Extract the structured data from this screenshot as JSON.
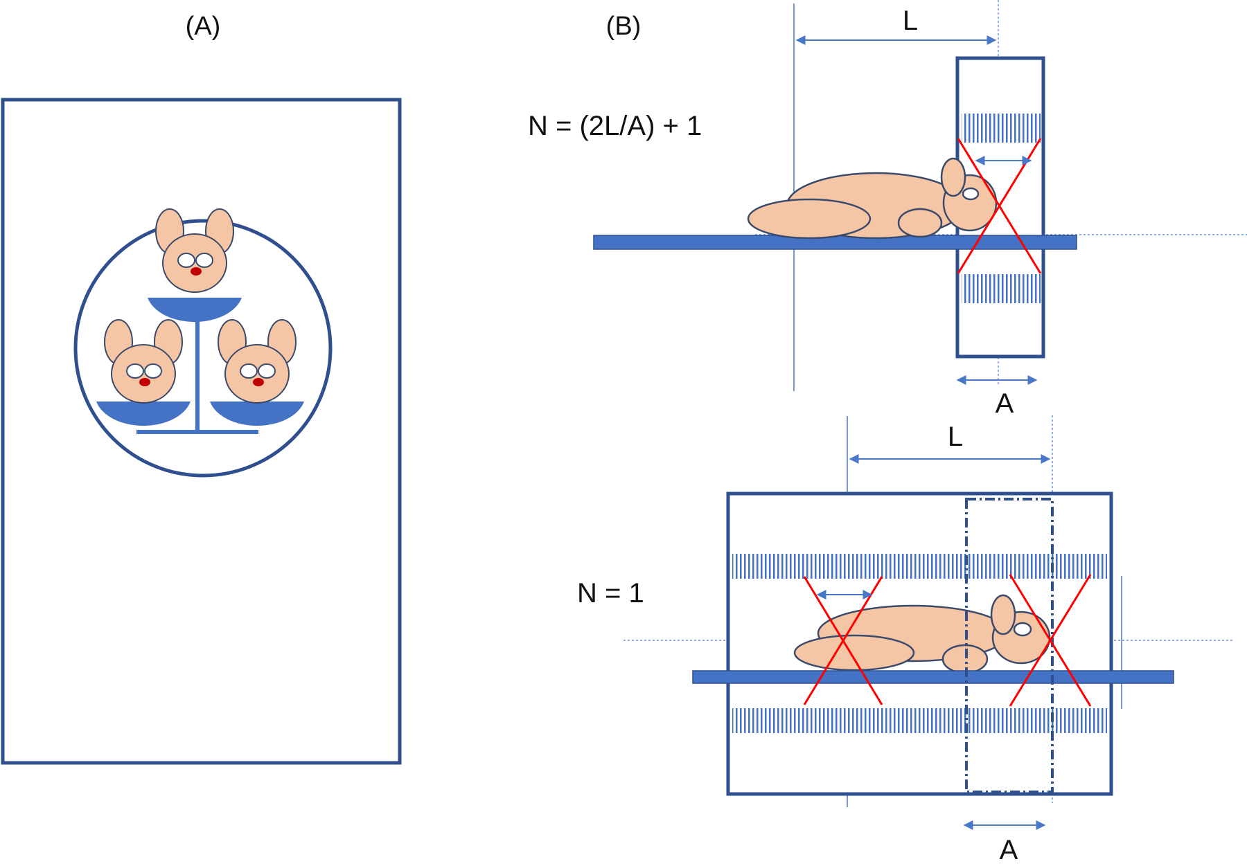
{
  "panel_a": {
    "label": "(A)"
  },
  "panel_b": {
    "label": "(B)",
    "top": {
      "formula": "N = (2L/A) + 1",
      "length_label": "L",
      "aperture_label": "A"
    },
    "bottom": {
      "formula": "N = 1",
      "length_label": "L",
      "aperture_label": "A"
    }
  },
  "colors": {
    "frame_blue": "#2f4f8f",
    "bed_blue": "#4472c4",
    "dim_blue": "#4a78c8",
    "mouse_skin": "#f5c6a5",
    "mouse_outline": "#3b4a6b",
    "nose_red": "#c00000",
    "x_mark_red": "#ff0000"
  }
}
